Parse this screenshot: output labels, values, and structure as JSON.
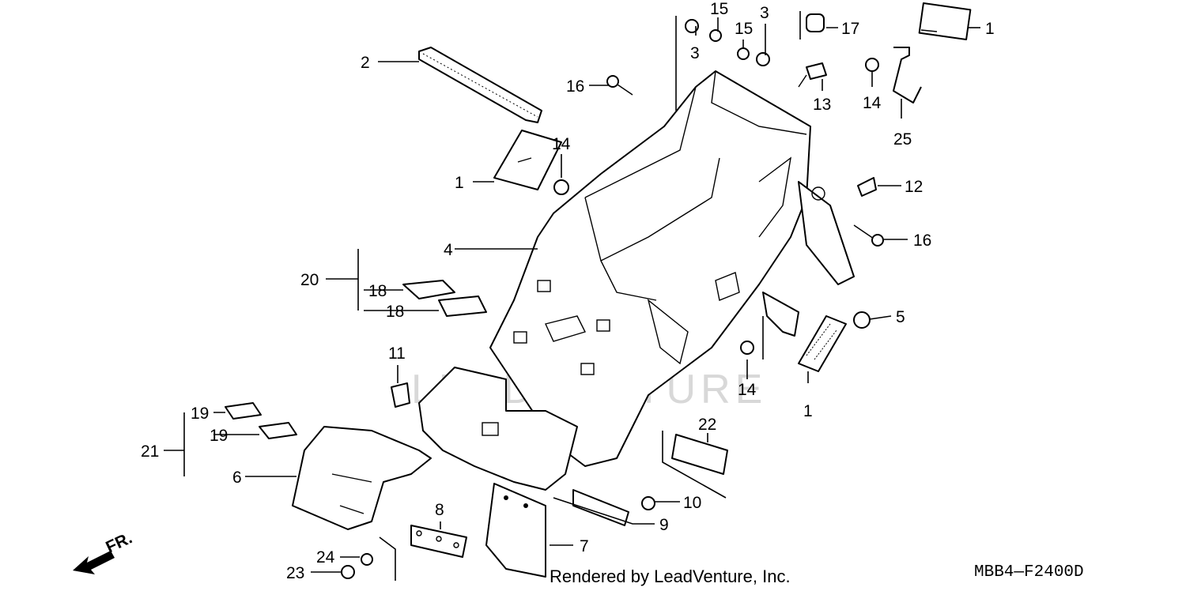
{
  "diagram": {
    "part_numbers": {
      "p1_a": "1",
      "p1_b": "1",
      "p1_c": "1",
      "p2": "2",
      "p3_a": "3",
      "p3_b": "3",
      "p4": "4",
      "p5": "5",
      "p6": "6",
      "p7": "7",
      "p8": "8",
      "p9": "9",
      "p10": "10",
      "p11": "11",
      "p12": "12",
      "p13": "13",
      "p14_a": "14",
      "p14_b": "14",
      "p14_c": "14",
      "p15_a": "15",
      "p15_b": "15",
      "p16_a": "16",
      "p16_b": "16",
      "p17": "17",
      "p18_a": "18",
      "p18_b": "18",
      "p19_a": "19",
      "p19_b": "19",
      "p20": "20",
      "p21": "21",
      "p22": "22",
      "p23": "23",
      "p24": "24",
      "p25": "25"
    },
    "front_indicator": "FR.",
    "watermark": "LEADVENTURE",
    "footer_credit": "Rendered by LeadVenture, Inc.",
    "diagram_code": "MBB4—F2400D",
    "icons": [
      "front-direction-arrow-icon",
      "leadventure-logo-watermark"
    ]
  }
}
